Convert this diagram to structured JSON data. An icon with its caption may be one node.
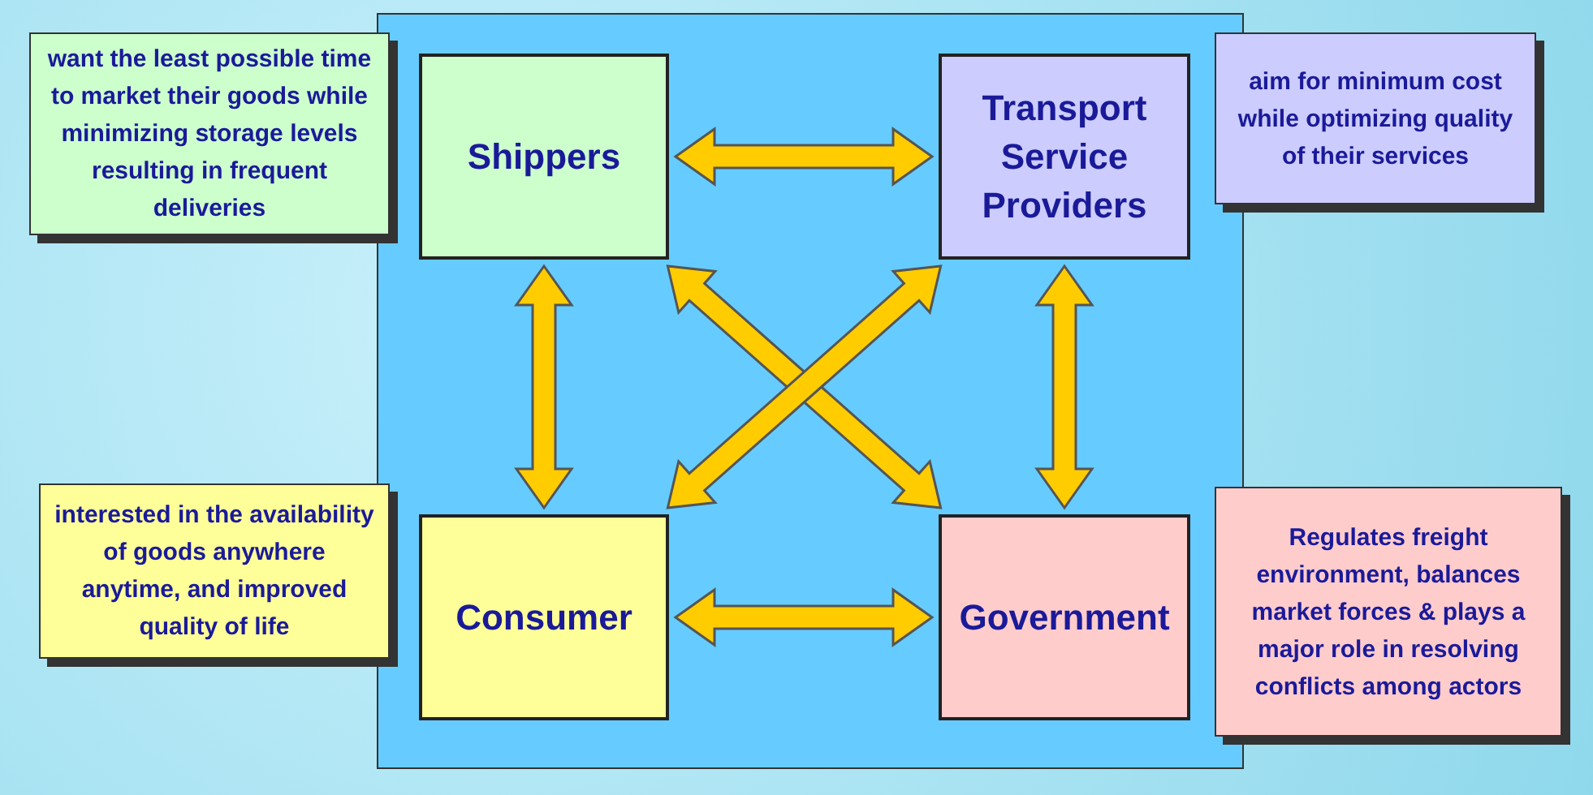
{
  "diagram": {
    "nodes": [
      {
        "text": [
          "Shippers"
        ]
      },
      {
        "text": [
          "Transport Service Providers"
        ]
      },
      {
        "text": [
          "Consumer"
        ]
      },
      {
        "text": [
          "Government"
        ]
      },
      {
        "text": [
          "want the least possible time to market their goods while minimizing storage levels  resulting in frequent deliveries"
        ]
      },
      {
        "text": [
          "aim for minimum cost while optimizing quality of their services"
        ]
      },
      {
        "text": [
          "interested in the availability of goods anywhere anytime, and improved quality of life"
        ]
      },
      {
        "text": [
          "Regulates freight environment, balances market forces & plays a major role in resolving conflicts among actors"
        ]
      }
    ],
    "edges": [
      {
        "from": 0,
        "to": 1,
        "arrow": "both",
        "style": "thick"
      },
      {
        "from": 0,
        "to": 2,
        "arrow": "both",
        "style": "thick"
      },
      {
        "from": 1,
        "to": 3,
        "arrow": "both",
        "style": "thick"
      },
      {
        "from": 0,
        "to": 3,
        "arrow": "both",
        "style": "thick"
      },
      {
        "from": 1,
        "to": 2,
        "arrow": "both",
        "style": "thick"
      },
      {
        "from": 2,
        "to": 3,
        "arrow": "both",
        "style": "thick"
      }
    ]
  }
}
